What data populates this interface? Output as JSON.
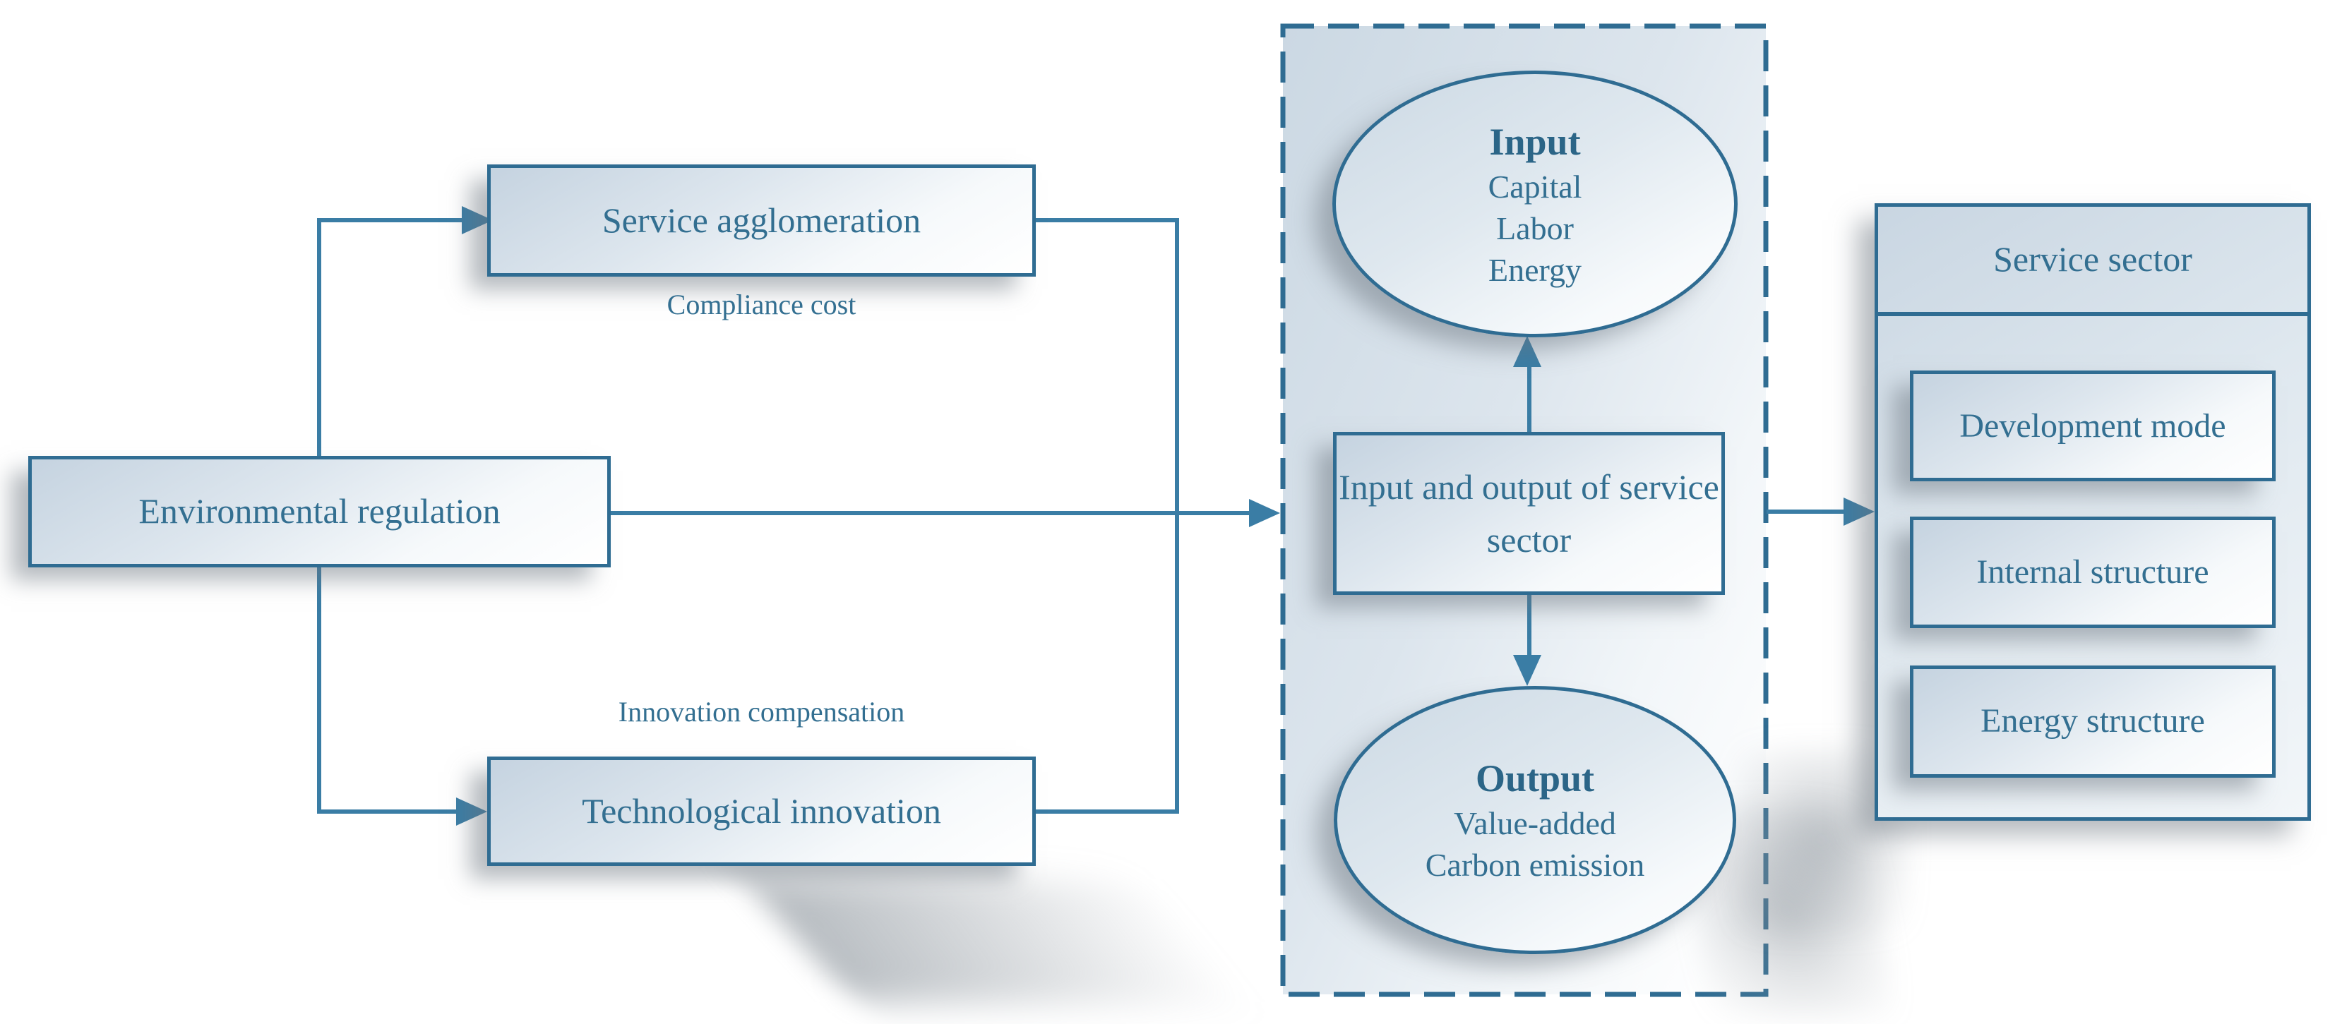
{
  "palette": {
    "border": "#2f6c92",
    "connector": "#3a7da5",
    "text": "#336f91",
    "text_bold": "#2b6587",
    "fill_light": "#dde6ee",
    "shadow": "rgba(105,115,126,0.5)"
  },
  "nodes": {
    "environmental_regulation": {
      "label": "Environmental regulation"
    },
    "service_agglomeration": {
      "label": "Service agglomeration"
    },
    "technological_innovation": {
      "label": "Technological innovation"
    },
    "compliance_cost_label": "Compliance cost",
    "innovation_compensation_label": "Innovation compensation",
    "center_box": {
      "label": "Input and output of service sector"
    },
    "input_ellipse": {
      "title": "Input",
      "items": [
        "Capital",
        "Labor",
        "Energy"
      ]
    },
    "output_ellipse": {
      "title": "Output",
      "items": [
        "Value-added",
        "Carbon emission"
      ]
    },
    "service_sector": {
      "title": "Service sector",
      "items": [
        "Development mode",
        "Internal structure",
        "Energy structure"
      ]
    }
  }
}
